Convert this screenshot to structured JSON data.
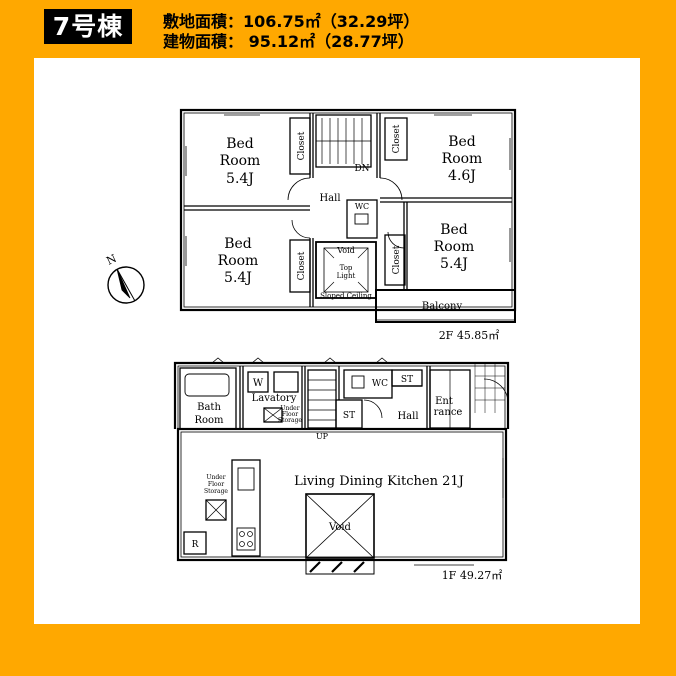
{
  "header": {
    "badge": "7号棟",
    "land_area": "敷地面積：106.75㎡（32.29坪）",
    "building_area": "建物面積： 95.12㎡（28.77坪）"
  },
  "floor2": {
    "rooms": {
      "bed_nw": [
        "Bed",
        "Room",
        "5.4J"
      ],
      "bed_ne": [
        "Bed",
        "Room",
        "4.6J"
      ],
      "bed_sw": [
        "Bed",
        "Room",
        "5.4J"
      ],
      "bed_se": [
        "Bed",
        "Room",
        "5.4J"
      ]
    },
    "closet": "Closet",
    "dn": "DN",
    "hall": "Hall",
    "wc": "WC",
    "void": "Void",
    "top_light": [
      "Top",
      "Light"
    ],
    "sloped_ceiling": "Sloped Ceiling",
    "balcony": "Balcony",
    "area": "2F  45.85㎡"
  },
  "floor1": {
    "bath": [
      "Bath",
      "Room"
    ],
    "w": "W",
    "lavatory": "Lavatory",
    "under_storage": [
      "Under",
      "Floor",
      "Storage"
    ],
    "wc": "WC",
    "st": "ST",
    "hall": "Hall",
    "entrance": [
      "Ent",
      "rance"
    ],
    "up": "UP",
    "ldk": "Living Dining Kitchen 21J",
    "void": "Void",
    "r": "R",
    "area": "1F  49.27㎡"
  },
  "compass": {
    "label": "N"
  }
}
